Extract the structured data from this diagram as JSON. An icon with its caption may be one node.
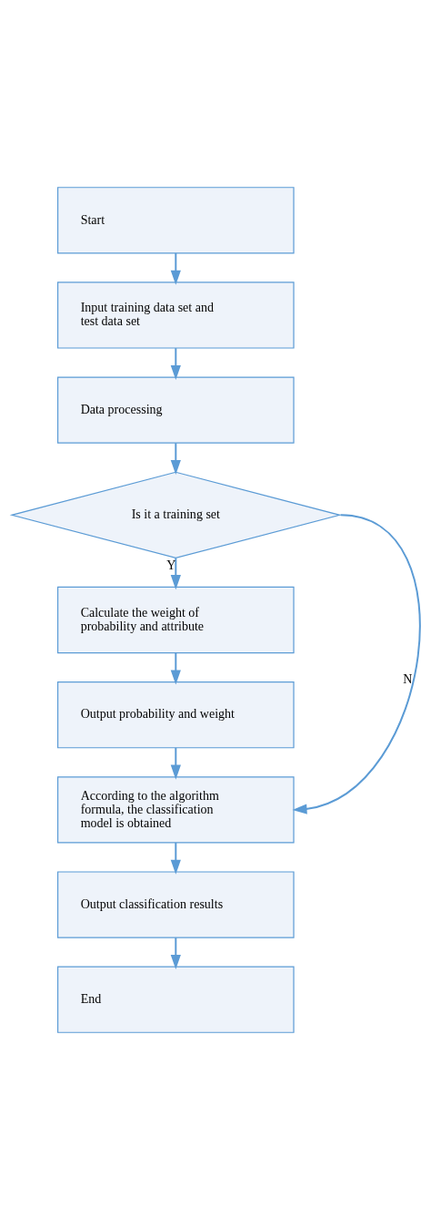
{
  "diagram": {
    "nodes": [
      {
        "text": [
          "Start"
        ]
      },
      {
        "text": [
          "Input training data set and test data set"
        ]
      },
      {
        "text": [
          "Data processing"
        ]
      },
      {
        "text": [
          "Is it a training set"
        ]
      },
      {
        "text": [
          "Calculate the weight of probability and attribute"
        ]
      },
      {
        "text": [
          "Output probability and weight"
        ]
      },
      {
        "text": [
          "According to the algorithm formula, the classification model is obtained"
        ]
      },
      {
        "text": [
          "Output classification results"
        ]
      },
      {
        "text": [
          "End"
        ]
      }
    ],
    "edges": [
      {
        "from": 0,
        "to": 1,
        "arrow": "to"
      },
      {
        "from": 1,
        "to": 2,
        "arrow": "to"
      },
      {
        "from": 2,
        "to": 3,
        "arrow": "to"
      },
      {
        "from": 3,
        "to": 4,
        "arrow": "to",
        "label": "Y"
      },
      {
        "from": 4,
        "to": 5,
        "arrow": "to"
      },
      {
        "from": 5,
        "to": 6,
        "arrow": "to"
      },
      {
        "from": 3,
        "to": 6,
        "arrow": "to",
        "label": "N"
      },
      {
        "from": 6,
        "to": 7,
        "arrow": "to"
      },
      {
        "from": 7,
        "to": 8,
        "arrow": "to"
      }
    ]
  }
}
